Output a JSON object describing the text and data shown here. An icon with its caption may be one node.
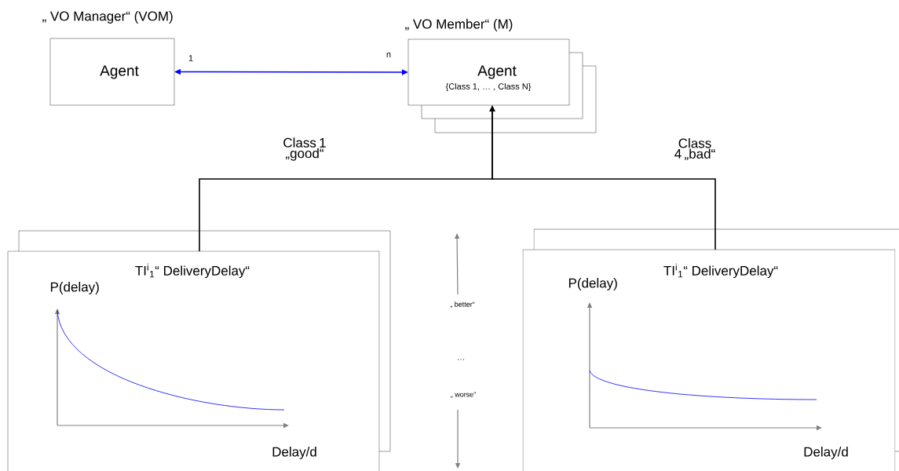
{
  "diagram": {
    "nodes": [
      {
        "text": [
          "„ VO Manager“ (VOM)",
          "Agent"
        ]
      },
      {
        "text": [
          "„ VO Member“ (M)",
          "Agent",
          "{Class 1, … , Class N}"
        ]
      },
      {
        "text": [
          "TI$^{i}$$_{1}$“ DeliveryDelay“",
          "P(delay)",
          "Delay/d"
        ]
      },
      {
        "text": [
          "TI$^{i}$$_{1}$“ DeliveryDelay“",
          "P(delay)",
          "Delay/d"
        ]
      }
    ],
    "edges": [
      {
        "from": 0,
        "to": 1,
        "arrow": "both",
        "color": "#0000ff"
      },
      {
        "from": 2,
        "to": 1,
        "arrow": "to",
        "label": "Class 1 „good“"
      },
      {
        "from": 3,
        "to": 1,
        "arrow": "to",
        "label": "Class 4 „bad“"
      }
    ],
    "labels": [
      "1",
      "n",
      "„ better“",
      "…",
      "„ worse“"
    ]
  }
}
